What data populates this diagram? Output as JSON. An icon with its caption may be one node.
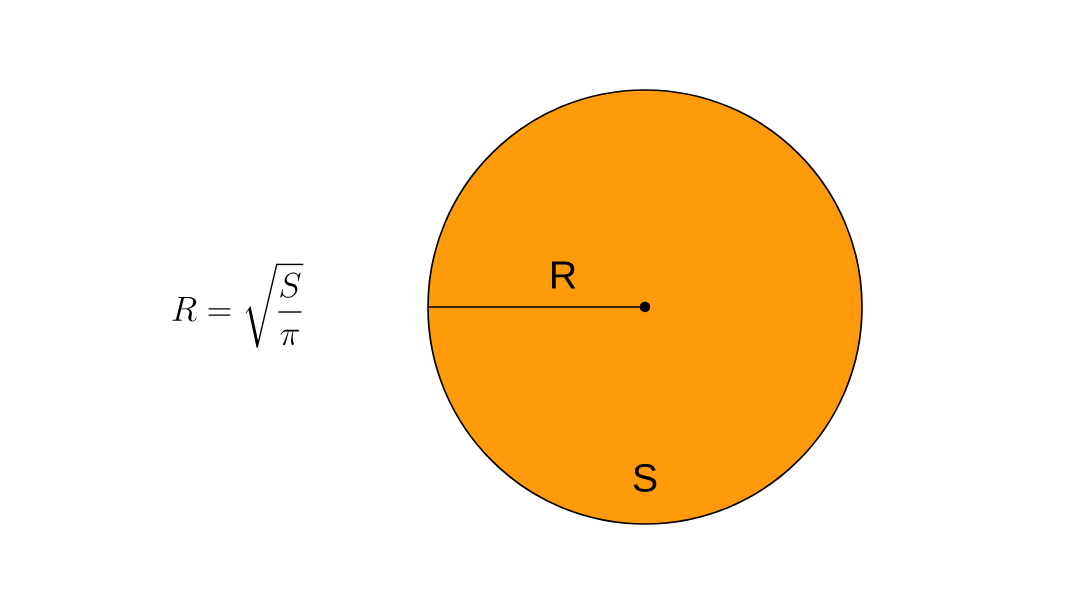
{
  "diagram": {
    "nodes": [
      {
        "text": [
          "S"
        ]
      }
    ],
    "labels": [
      "R",
      "R =\\sqrt{\\frac{S}{\\pi}}"
    ]
  }
}
